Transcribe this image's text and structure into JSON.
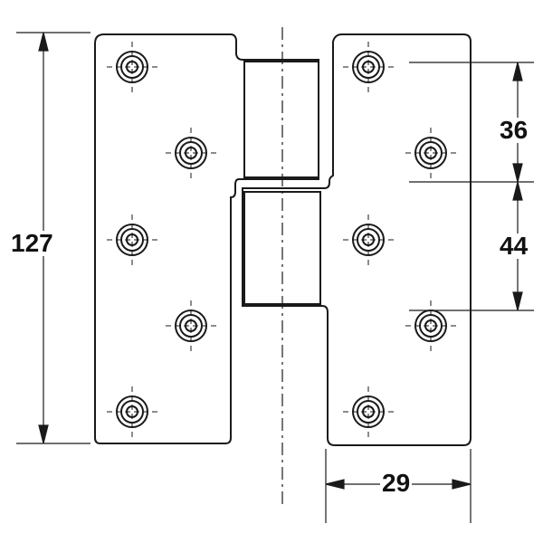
{
  "dimensions": {
    "overall_height": "127",
    "upper_hole_spacing": "36",
    "lower_hole_spacing": "44",
    "leaf_width": "29"
  },
  "colors": {
    "line": "#1a1a1a",
    "background": "#ffffff"
  }
}
